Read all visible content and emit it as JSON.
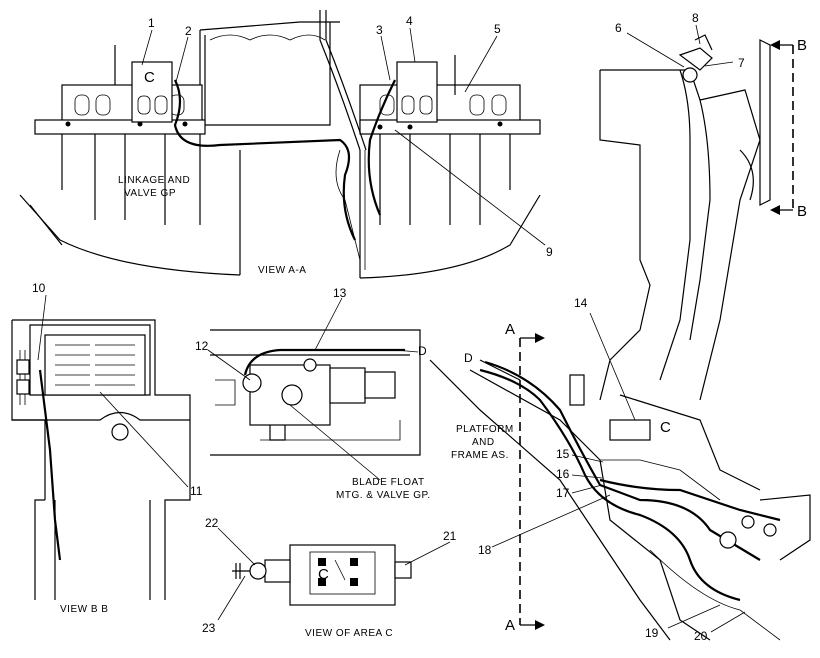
{
  "diagram": {
    "callouts": [
      "1",
      "2",
      "3",
      "4",
      "5",
      "6",
      "7",
      "8",
      "9",
      "10",
      "11",
      "12",
      "13",
      "14",
      "15",
      "16",
      "17",
      "18",
      "19",
      "20",
      "21",
      "22",
      "23"
    ],
    "section_markers": {
      "b_top": "B",
      "b_bottom": "B",
      "a_top": "A",
      "a_bottom": "A",
      "d_left": "D",
      "d_right": "D",
      "c_left": "C",
      "c_right": "C",
      "c_view": "C"
    },
    "labels": {
      "linkage_line1": "LINKAGE AND",
      "linkage_line2": "VALVE GP",
      "view_aa": "VIEW A-A",
      "view_bb": "VIEW B B",
      "blade_line1": "BLADE FLOAT",
      "blade_line2": "MTG. & VALVE GP.",
      "platform_line1": "PLATFORM",
      "platform_line2": "AND",
      "platform_line3": "FRAME AS.",
      "view_area_c": "VIEW OF AREA C"
    }
  }
}
